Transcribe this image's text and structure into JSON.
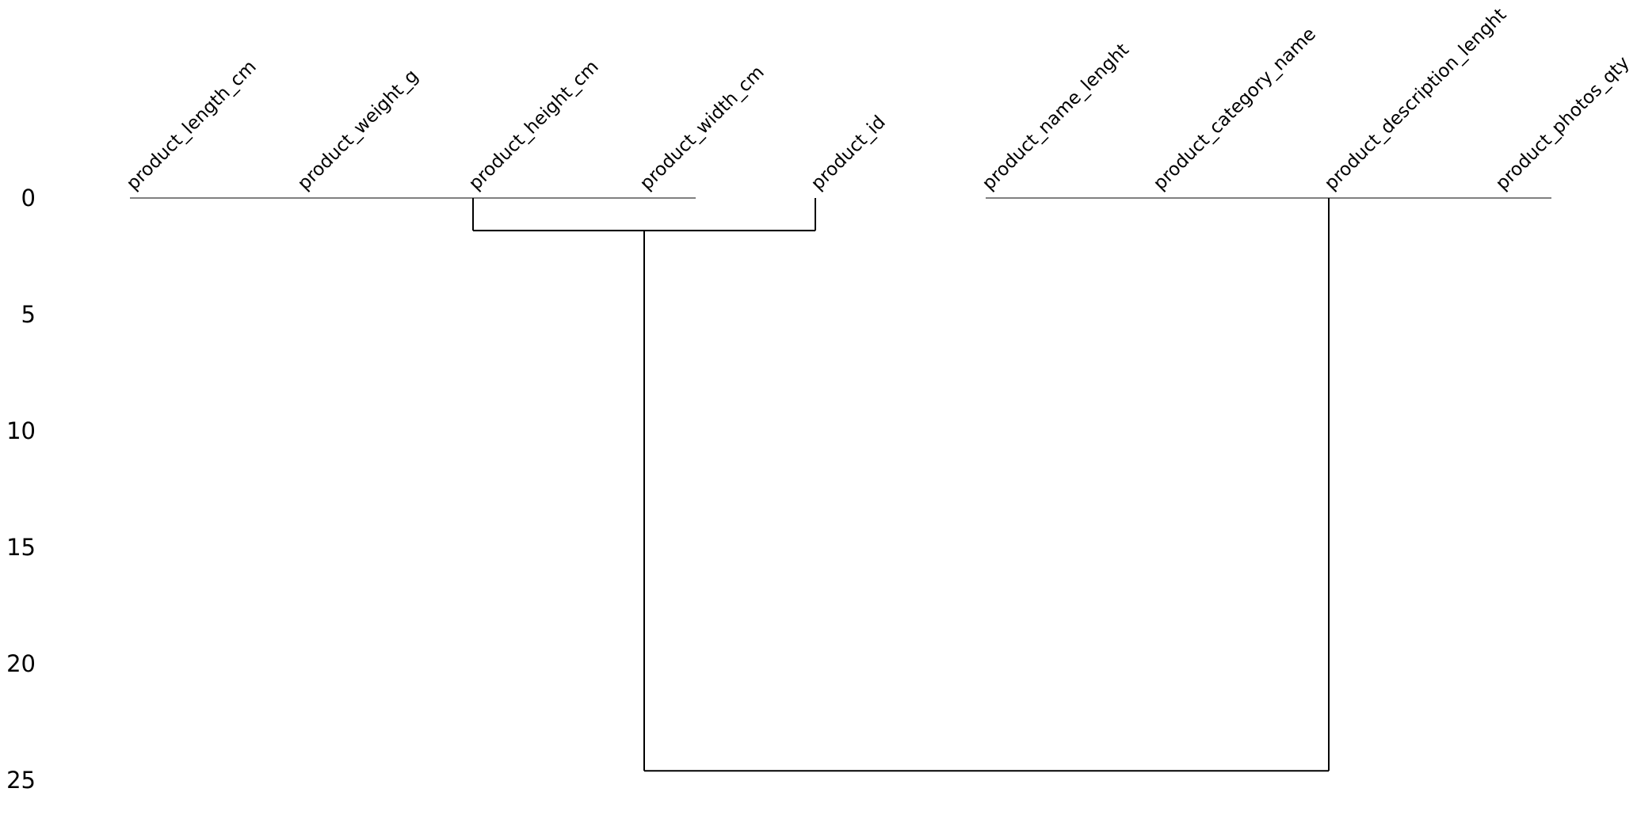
{
  "chart_data": {
    "type": "dendrogram",
    "title": "",
    "xlabel": "",
    "ylabel": "",
    "orientation": "top-down",
    "grid": false,
    "ylim": [
      0,
      25
    ],
    "yticks": [
      0,
      5,
      10,
      15,
      20,
      25
    ],
    "leaves": [
      "product_length_cm",
      "product_weight_g",
      "product_height_cm",
      "product_width_cm",
      "product_id",
      "product_name_lenght",
      "product_category_name",
      "product_description_lenght",
      "product_photos_qty"
    ],
    "clusters": [
      {
        "id": "A",
        "members": [
          0,
          1,
          2,
          3
        ],
        "height": 0
      },
      {
        "id": "B",
        "members": [
          5,
          6,
          7,
          8
        ],
        "height": 0
      },
      {
        "id": "C",
        "left": "A",
        "right": 4,
        "height": 1.4
      },
      {
        "id": "D",
        "left": "C",
        "right": "B",
        "height": 24.6
      }
    ],
    "colors": {
      "line": "#000000",
      "background": "#ffffff"
    }
  }
}
